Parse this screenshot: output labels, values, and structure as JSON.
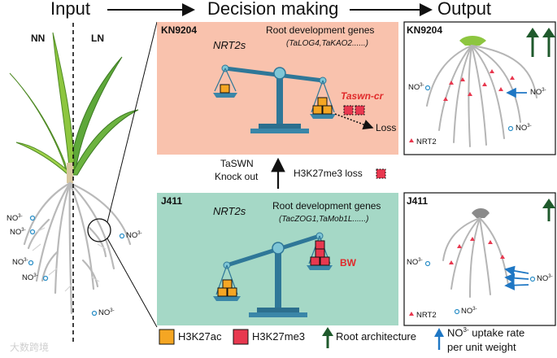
{
  "stages": {
    "input": "Input",
    "decision": "Decision making",
    "output": "Output"
  },
  "plant": {
    "nn": "NN",
    "ln": "LN",
    "nitrate": "NO",
    "nitrate_sup": "3-"
  },
  "top_panel": {
    "title": "KN9204",
    "transporter": "NRT2s",
    "genes_title": "Root development genes",
    "genes_list": "(TaLOG4,TaKAO2......)",
    "mutant_gene": "Taswn-cr",
    "loss": "Loss"
  },
  "middle": {
    "knockout_line1": "TaSWN",
    "knockout_line2": "Knock out",
    "mark_loss": "H3K27me3 loss"
  },
  "bottom_panel": {
    "title": "J411",
    "transporter": "NRT2s",
    "genes_title": "Root development genes",
    "genes_list": "(TacZOG1,TaMob1L......)",
    "label_bw": "BW"
  },
  "output_top": {
    "title": "KN9204",
    "nrt2": "NRT2",
    "nitrate": "NO",
    "nitrate_sup": "3-"
  },
  "output_bottom": {
    "title": "J411",
    "nrt2": "NRT2",
    "nitrate": "NO",
    "nitrate_sup": "3-"
  },
  "legend": {
    "h3k27ac": "H3K27ac",
    "h3k27me3": "H3K27me3",
    "root_arch": "Root architecture",
    "uptake_pre": "NO",
    "uptake_sup": "3-",
    "uptake_post": " uptake rate",
    "uptake_line2": "per unit weight"
  },
  "watermark": "大数跨境",
  "colors": {
    "top_bg": "#f9c2ad",
    "bottom_bg": "#a5d8c6",
    "h3k27ac": "#f5a623",
    "h3k27me3": "#e8384f",
    "arrow_green": "#1f5a2c",
    "arrow_blue": "#1f77c4",
    "balance": "#3a86a8"
  }
}
